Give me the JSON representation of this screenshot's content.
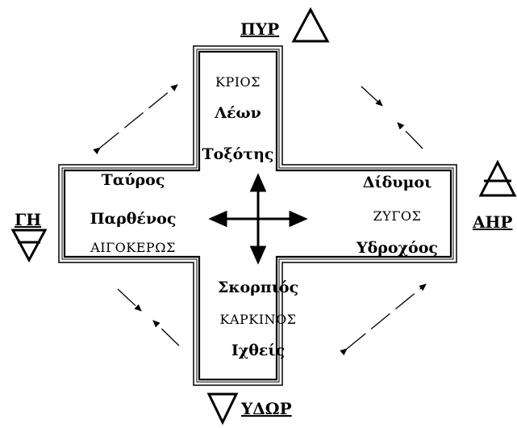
{
  "elements": {
    "fire": {
      "label": "ΠΥΡ",
      "symbol": "fire-triangle-icon"
    },
    "air": {
      "label": "ΑΗΡ",
      "symbol": "air-triangle-icon"
    },
    "earth": {
      "label": "ΓΗ",
      "symbol": "earth-triangle-icon"
    },
    "water": {
      "label": "ΥΔΩΡ",
      "symbol": "water-triangle-icon"
    }
  },
  "signs": {
    "top": [
      "ΚΡΙΟΣ",
      "Λέων",
      "Τοξότης"
    ],
    "left": [
      "Ταύρος",
      "Παρθένος",
      "ΑΙΓΟΚΕΡΩΣ"
    ],
    "right": [
      "Δίδυμοι",
      "ΖΥΓΟΣ",
      "Υδροχόος"
    ],
    "bottom": [
      "Σκορπιός",
      "ΚΑΡΚΙΝΟΣ",
      "Ιχθείς"
    ]
  },
  "colors": {
    "ink": "#000000",
    "background": "#ffffff"
  }
}
